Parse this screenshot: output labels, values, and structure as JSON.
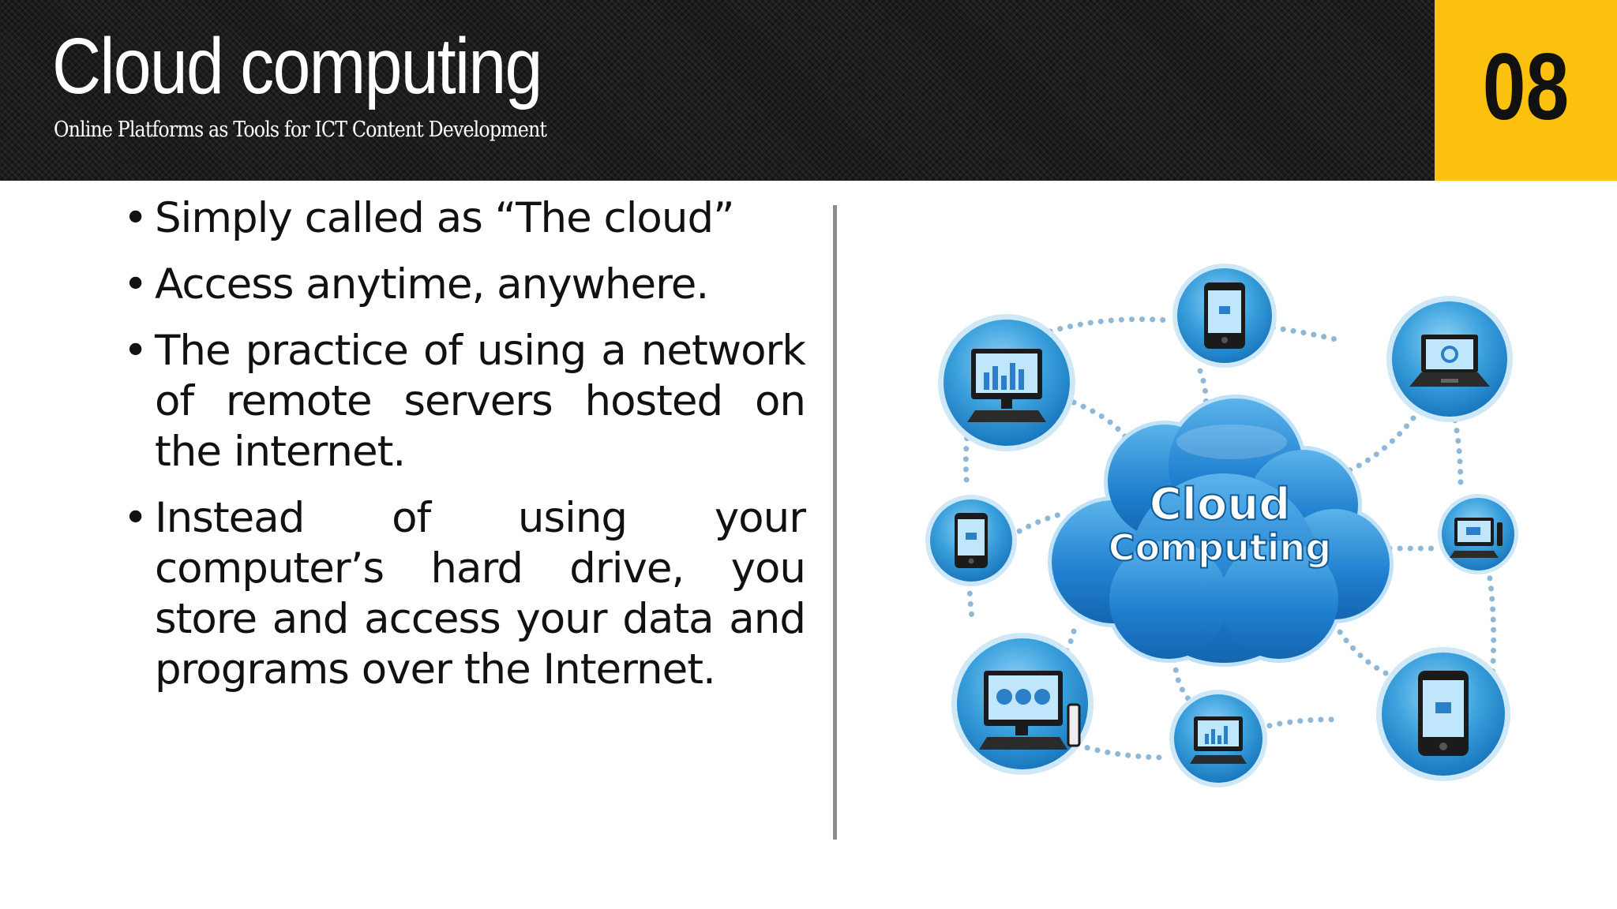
{
  "header": {
    "title": "Cloud computing",
    "subtitle": "Online Platforms as Tools for ICT Content Development",
    "slide_number": "08"
  },
  "bullets": [
    "Simply called as “The cloud”",
    "Access anytime, anywhere.",
    "The practice of using a network of remote servers hosted on the internet.",
    "Instead of using your computer’s hard drive, you store and access your data and programs over the Internet."
  ],
  "diagram": {
    "cloud_label_line1": "Cloud",
    "cloud_label_line2": "Computing",
    "device_icons": [
      "desktop-chart-icon",
      "smartphone-icon",
      "laptop-icon",
      "smartphone-icon",
      "desktop-icon",
      "desktop-pie-icon",
      "desktop-chart-icon",
      "smartphone-icon"
    ]
  },
  "colors": {
    "header_bg": "#1c1c1c",
    "accent_yellow": "#fcc10f",
    "cloud_blue": "#1f7fcf",
    "node_blue": "#3aa0dc",
    "dots_blue": "#8fb8d8",
    "divider_gray": "#8c8c8c"
  }
}
